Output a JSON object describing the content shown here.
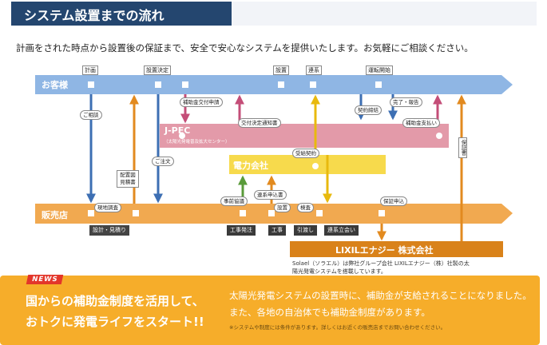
{
  "header": {
    "title": "システム設置までの流れ"
  },
  "intro": "計画をされた時点から設置後の保証まで、安全で安心なシステムを提供いたします。お気軽にご相談ください。",
  "lanes": {
    "customer": "お客様",
    "jpec": "J-PEC",
    "jpec_sub": "（太陽光発電普及拡大センター）",
    "power": "電力会社",
    "dealer": "販売店",
    "lixil": "LIXILエナジー 株式会社"
  },
  "customer_steps": {
    "plan": "計画",
    "decide": "設置決定",
    "install": "設置",
    "connect": "連系",
    "start": "運転開始"
  },
  "callouts": {
    "consult": "ご相談",
    "subsidy_apply": "補助金交付申請",
    "grant_notice": "交付決定通知書",
    "contract": "契約締結",
    "report": "完了・報告",
    "payment": "補助金支払い",
    "accept": "受給契約",
    "order": "ご注文",
    "pre_consult": "事前協議",
    "connect_app": "連系申込書",
    "warranty_apply": "保証申込"
  },
  "vboxes": {
    "drawing": "配置図見積書",
    "warranty": "保証書"
  },
  "dealer_boxes": {
    "survey": "現地調査",
    "design": "設計・見積り",
    "order_place": "工事発注",
    "work": "工事",
    "install": "設置",
    "inspect": "検査",
    "handover": "引渡し",
    "witness": "連系立会い"
  },
  "lixil_desc": [
    "Solael（ソラエル）は弊社グループ会社 LIXILエナジー（株）社製の太",
    "陽光発電システムを搭載しています。"
  ],
  "news": {
    "badge": "NEWS",
    "headline": [
      "国からの補助金制度を活用して、",
      "おトクに発電ライフをスタート!!"
    ],
    "body": [
      "太陽光発電システムの設置時に、補助金が支給されることになりました。",
      "また、各地の自治体でも補助金制度があります。"
    ],
    "note": "※システムや制度には条件があります。詳しくはお近くの販売店までお問い合わせください。"
  },
  "colors": {
    "customer_lane": "#8fb6e4",
    "jpec_lane": "#e39aa9",
    "power_lane": "#f7da4c",
    "dealer_lane": "#f1a950",
    "lixil_lane": "#d9821a",
    "arrow_blue": "#3d6fb3",
    "arrow_orange": "#e28a1f",
    "arrow_pink": "#c44e78",
    "arrow_yellow": "#e8b90e",
    "arrow_green": "#5a9b3a"
  }
}
